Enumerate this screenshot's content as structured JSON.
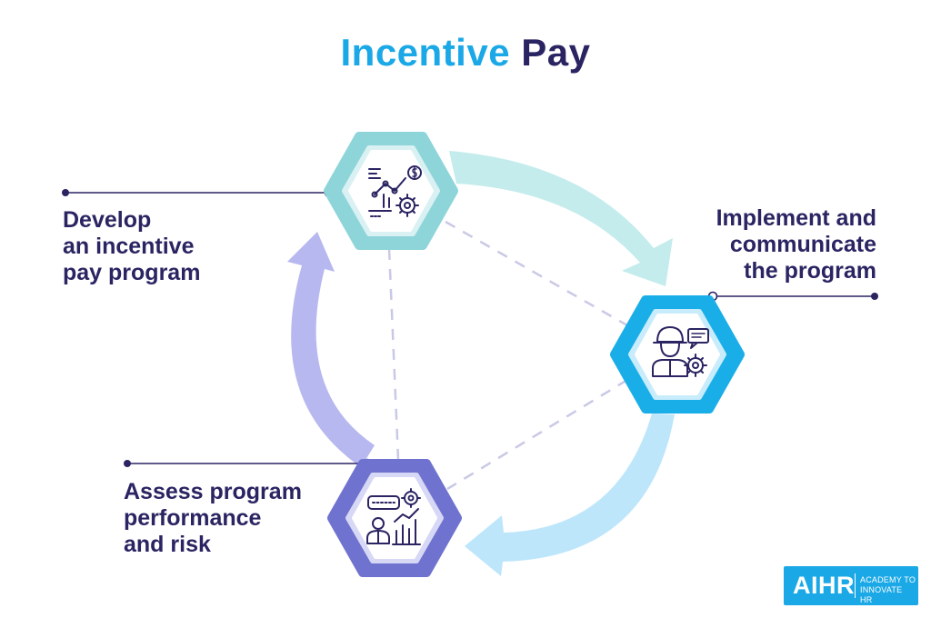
{
  "title": {
    "word1": "Incentive",
    "word2": "Pay"
  },
  "steps": [
    {
      "lines": [
        "Develop",
        "an incentive",
        "pay program"
      ],
      "icon": "strategy-chart-gear-icon"
    },
    {
      "lines": [
        "Implement and",
        "communicate",
        "the program"
      ],
      "icon": "worker-helmet-speech-gear-icon"
    },
    {
      "lines": [
        "Assess program",
        "performance",
        "and risk"
      ],
      "icon": "analyst-bar-chart-gear-icon"
    }
  ],
  "logo": {
    "mark": "AIHR",
    "tagline_line1": "ACADEMY TO",
    "tagline_line2": "INNOVATE HR"
  },
  "colors": {
    "title_accent": "#1aa8e6",
    "title_dark": "#2a2462",
    "text": "#2a2462",
    "hex1_outer": "#8ed5da",
    "hex1_inner": "#d9f1f2",
    "hex2_outer": "#1aaee8",
    "hex2_inner": "#c8ecfb",
    "hex3_outer": "#6f73cf",
    "hex3_inner": "#d6d8f5",
    "arrow_teal": "#c4ecec",
    "arrow_blue": "#bde6fb",
    "arrow_purple": "#b8b8f0",
    "dashed": "#c9c9e6"
  }
}
